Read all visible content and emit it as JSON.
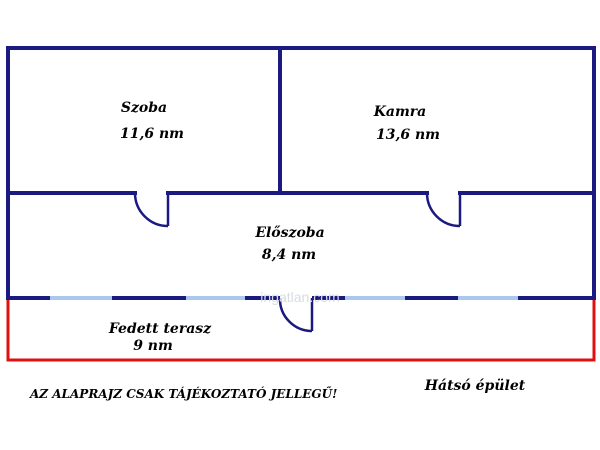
{
  "floorplan": {
    "rooms": [
      {
        "name": "Szoba",
        "area": "11,6 nm"
      },
      {
        "name": "Kamra",
        "area": "13,6 nm"
      },
      {
        "name": "Előszoba",
        "area": "8,4 nm"
      },
      {
        "name": "Fedett terasz",
        "area": "9 nm"
      }
    ],
    "disclaimer": "AZ ALAPRAJZ CSAK TÁJÉKOZTATÓ JELLEGŰ!",
    "building_label": "Hátsó épület",
    "watermark": "ingatlan.com",
    "colors": {
      "wall": "#1a1a80",
      "terrace_outline": "#e01010",
      "window": "#a9c8ec"
    }
  }
}
